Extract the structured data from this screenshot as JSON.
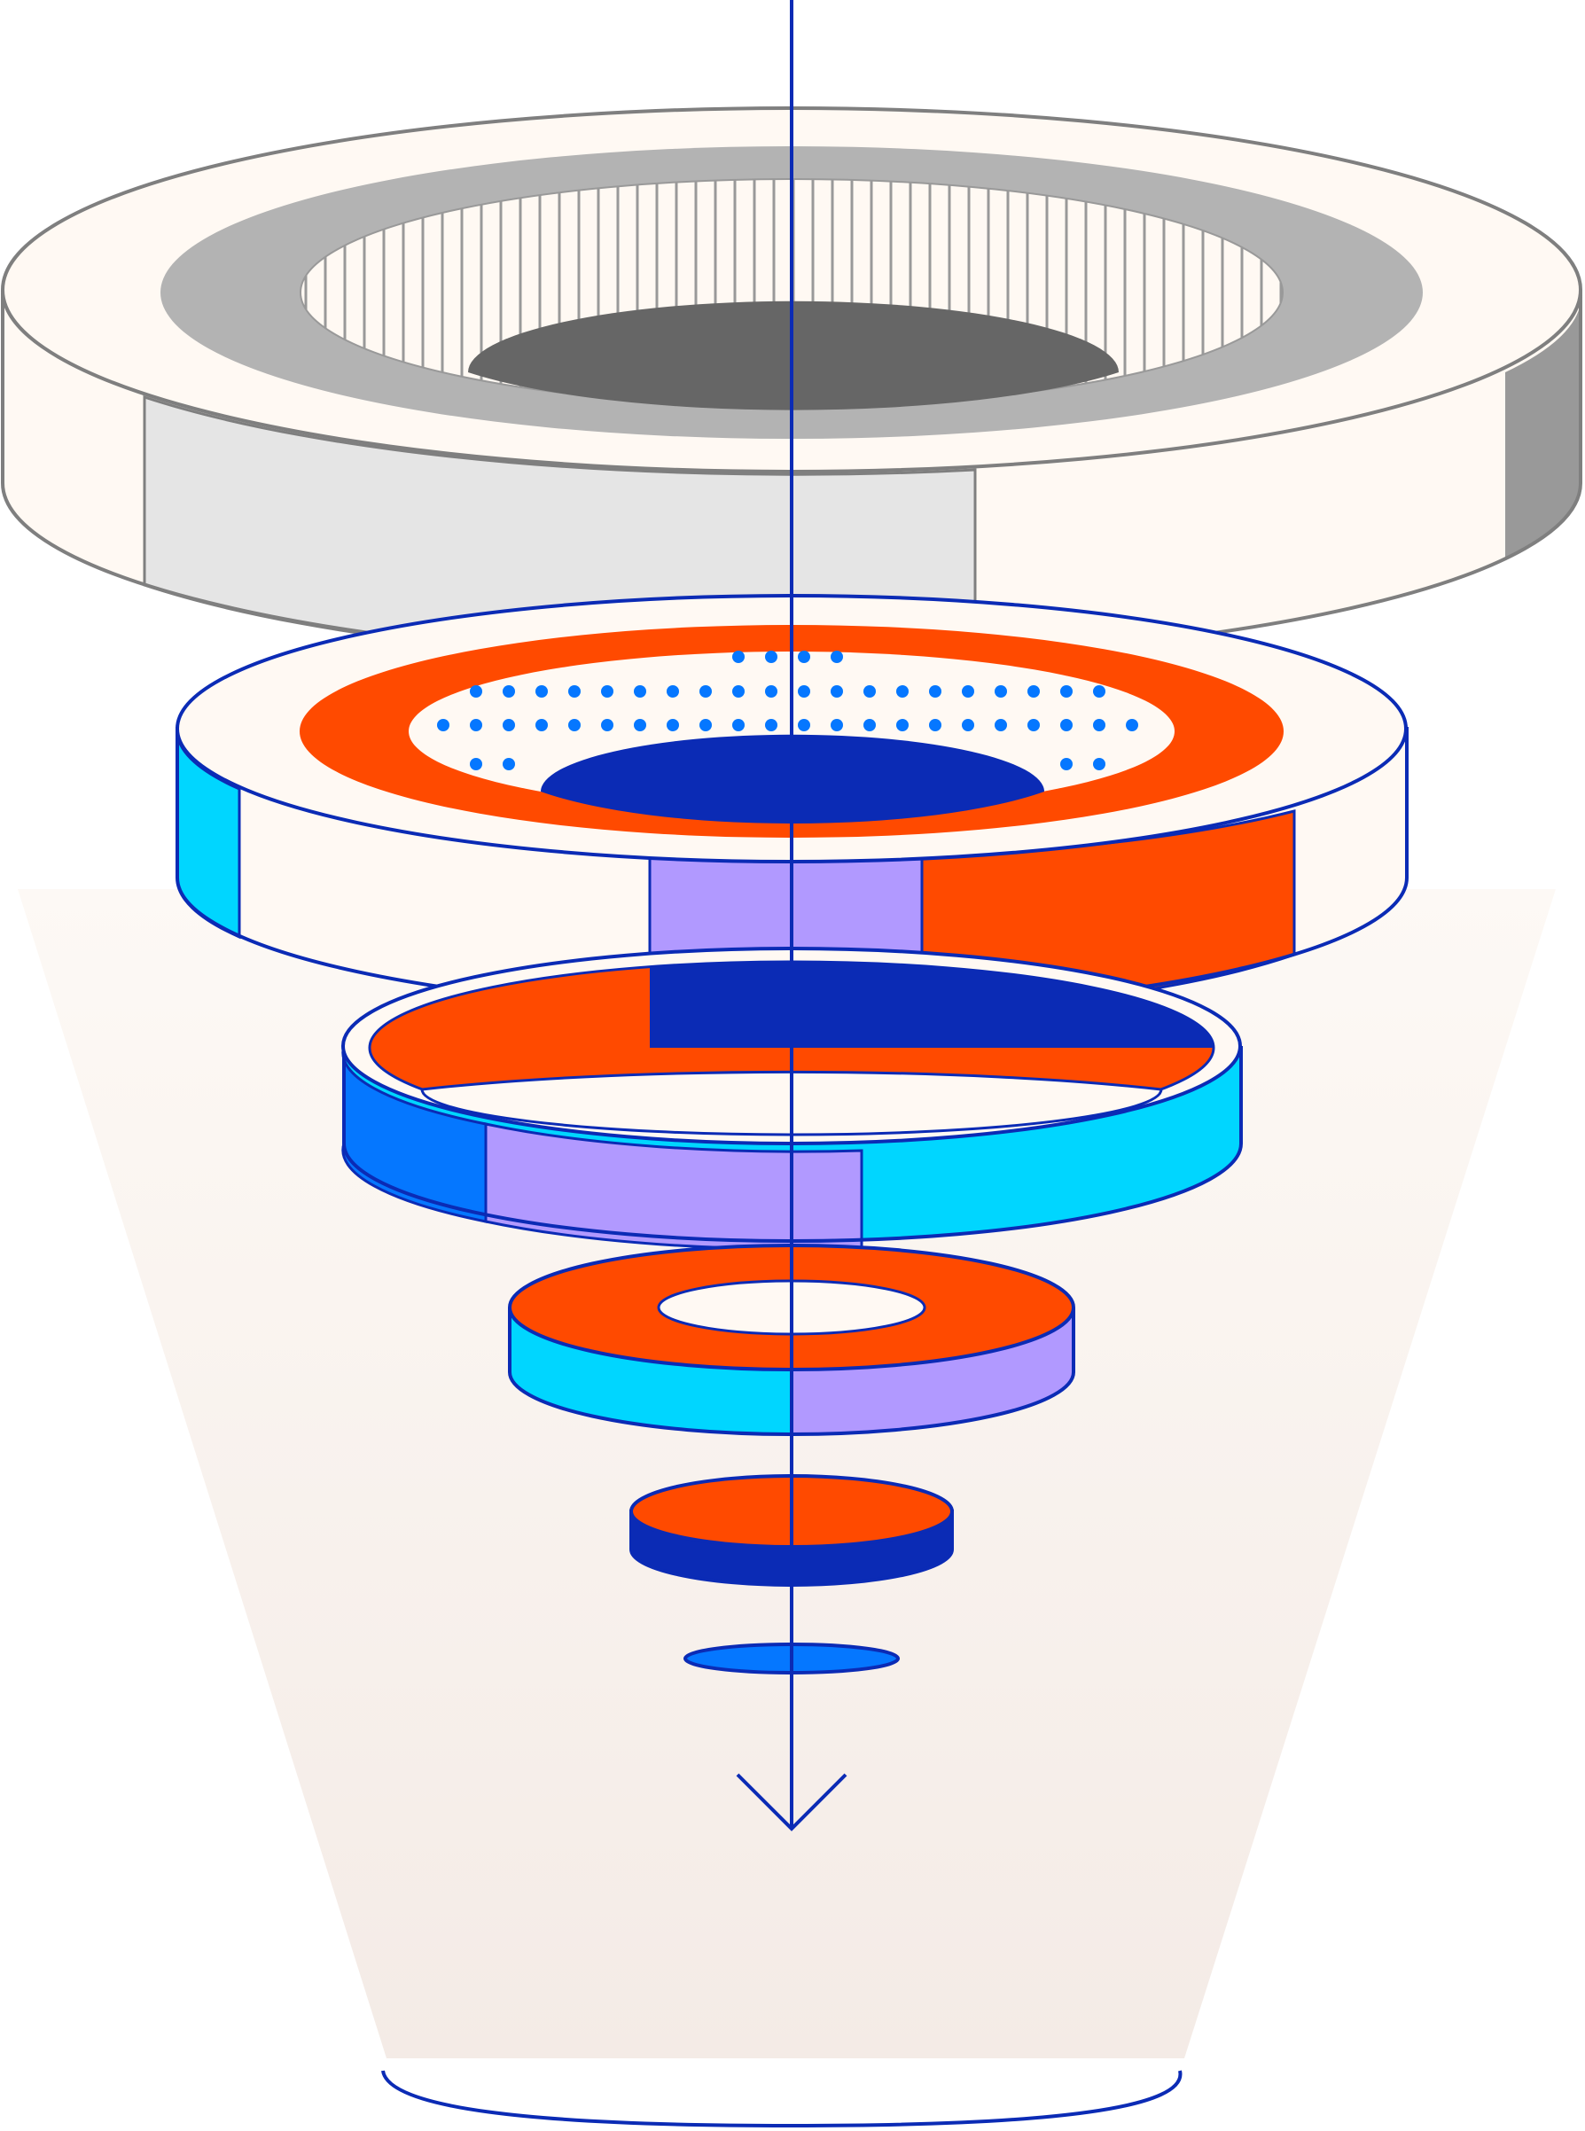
{
  "diagram": {
    "kind": "filter-funnel",
    "axis_arrow": "down-arrow-icon",
    "layers": [
      {
        "name": "housing-ring",
        "style": "grey-ribbed-filter"
      },
      {
        "name": "primary-filter-ring",
        "style": "dotted-mesh"
      },
      {
        "name": "secondary-filter-ring",
        "style": "open-band"
      },
      {
        "name": "tertiary-filter-ring",
        "style": "washer"
      },
      {
        "name": "filter-disc",
        "style": "solid-puck"
      },
      {
        "name": "output-disc",
        "style": "thin-plate"
      }
    ]
  },
  "palette": {
    "navy": "#0b2bb5",
    "blue": "#0577ff",
    "cyan": "#00d6ff",
    "lavender": "#b199ff",
    "orange": "#ff4a00",
    "cream": "#fff9f3",
    "cone": "#f4ebe6",
    "grey_light": "#e5e5e5",
    "grey_mid": "#b3b3b3",
    "grey_dark": "#666666",
    "grey_edge": "#7f7f7f",
    "grey_side": "#999999"
  }
}
